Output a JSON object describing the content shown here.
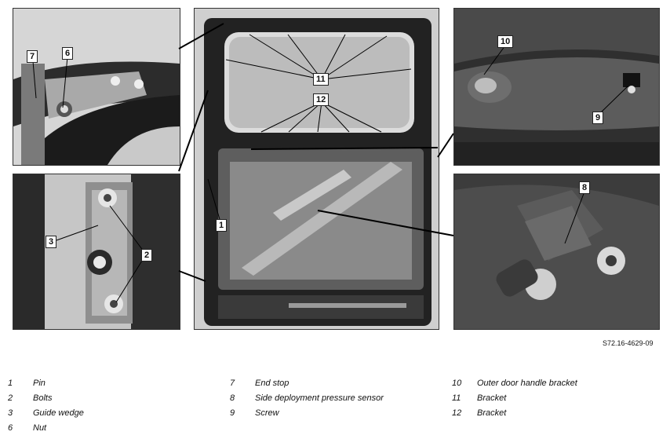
{
  "callouts": {
    "c7": "7",
    "c6": "6",
    "c3": "3",
    "c2": "2",
    "c11": "11",
    "c12": "12",
    "c1": "1",
    "c10": "10",
    "c9": "9",
    "c8": "8"
  },
  "figure_code": "S72.16-4629-09",
  "legend": {
    "col1": [
      {
        "num": "1",
        "text": "Pin"
      },
      {
        "num": "2",
        "text": "Bolts"
      },
      {
        "num": "3",
        "text": "Guide wedge"
      },
      {
        "num": "6",
        "text": "Nut"
      }
    ],
    "col2": [
      {
        "num": "7",
        "text": "End stop"
      },
      {
        "num": "8",
        "text": "Side deployment pressure sensor"
      },
      {
        "num": "9",
        "text": "Screw"
      }
    ],
    "col3": [
      {
        "num": "10",
        "text": "Outer door handle bracket"
      },
      {
        "num": "11",
        "text": "Bracket"
      },
      {
        "num": "12",
        "text": "Bracket"
      }
    ]
  }
}
